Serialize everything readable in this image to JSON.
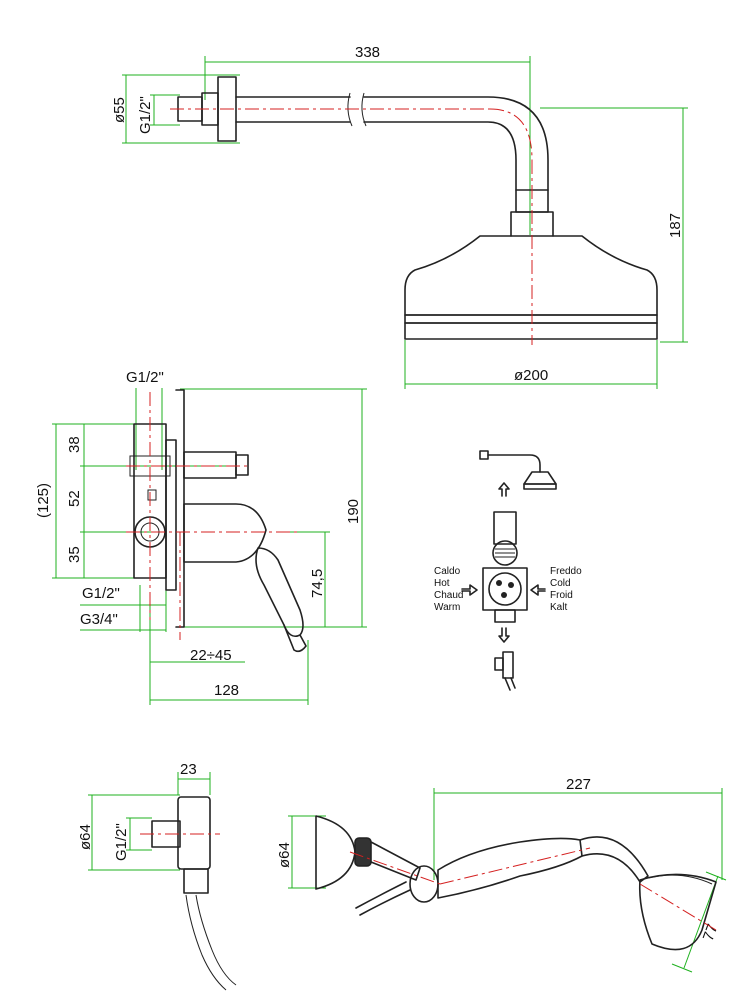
{
  "colors": {
    "dimension": "#1fb11f",
    "centerline": "#d42020",
    "outline": "#222222"
  },
  "shower_arm": {
    "length": "338",
    "flange_diameter": "ø55",
    "thread": "G1/2\"",
    "height": "187",
    "head_diameter": "ø200"
  },
  "mixer": {
    "top_thread": "G1/2\"",
    "dim_38": "38",
    "dim_52": "52",
    "dim_35": "35",
    "dim_125": "(125)",
    "dim_190": "190",
    "dim_74_5": "74,5",
    "outlet_thread": "G1/2\"",
    "inlet_thread": "G3/4\"",
    "depth_range": "22÷45",
    "depth_128": "128"
  },
  "flow": {
    "hot_labels": [
      "Caldo",
      "Hot",
      "Chaud",
      "Warm"
    ],
    "cold_labels": [
      "Freddo",
      "Cold",
      "Froid",
      "Kalt"
    ]
  },
  "wall_outlet": {
    "width": "23",
    "diameter": "ø64",
    "thread": "G1/2\""
  },
  "hand_shower": {
    "length": "227",
    "holder_diameter": "ø64",
    "head_size": "77"
  }
}
